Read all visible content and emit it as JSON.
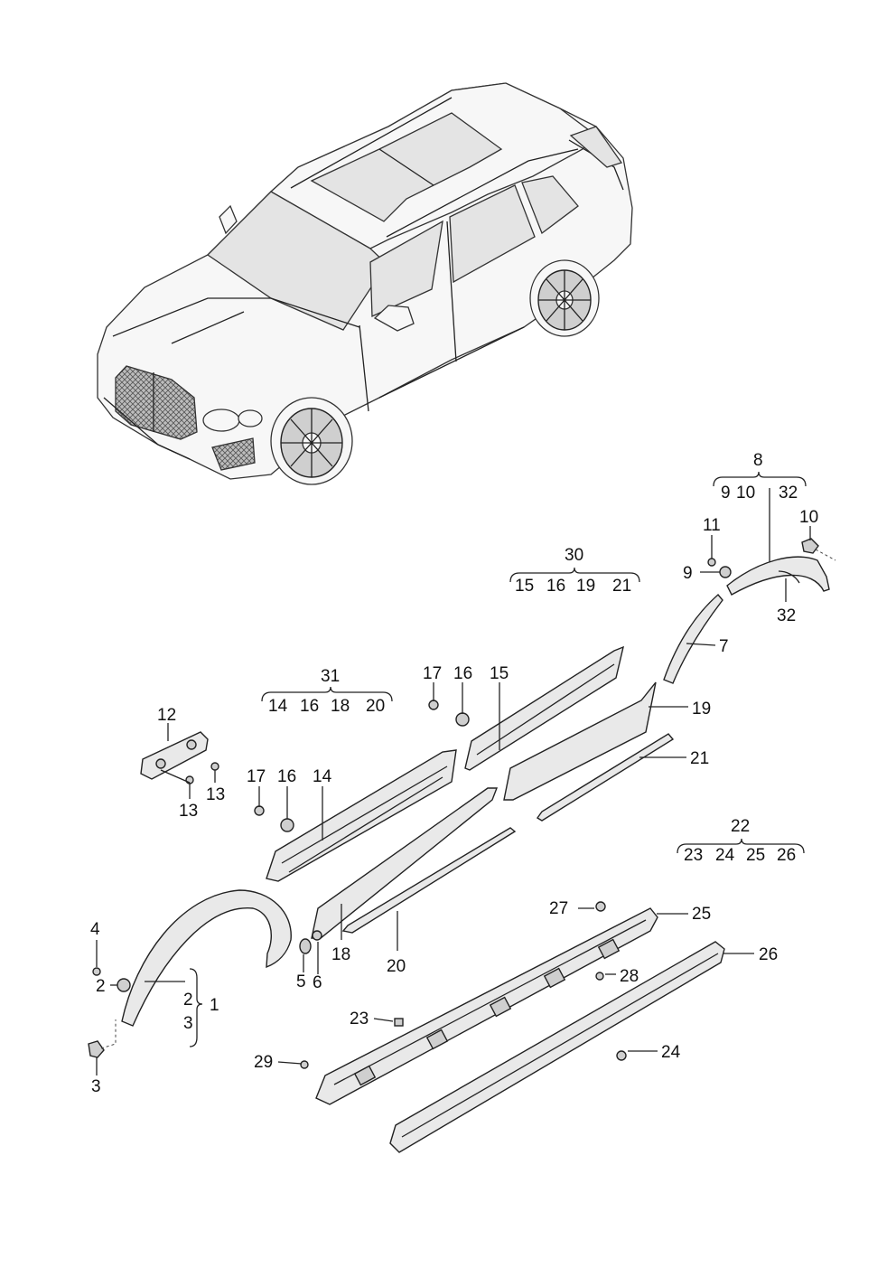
{
  "labels": {
    "l1": "1",
    "l2": "2",
    "l2b": "2",
    "l3": "3",
    "l3b": "3",
    "l4": "4",
    "l5": "5",
    "l6": "6",
    "l7": "7",
    "l8": "8",
    "l9": "9",
    "l9b": "9",
    "l10": "10",
    "l10b": "10",
    "l11": "11",
    "l12": "12",
    "l13a": "13",
    "l13b": "13",
    "l14": "14",
    "l14b": "14",
    "l15": "15",
    "l15b": "15",
    "l16a": "16",
    "l16b": "16",
    "l16c": "16",
    "l16d": "16",
    "l17a": "17",
    "l17b": "17",
    "l18": "18",
    "l18b": "18",
    "l19": "19",
    "l19b": "19",
    "l20": "20",
    "l20b": "20",
    "l21": "21",
    "l21b": "21",
    "l22": "22",
    "l23": "23",
    "l23b": "23",
    "l24": "24",
    "l24b": "24",
    "l25": "25",
    "l25b": "25",
    "l26": "26",
    "l26b": "26",
    "l27": "27",
    "l28": "28",
    "l29": "29",
    "l30": "30",
    "l31": "31",
    "l32": "32",
    "l32b": "32"
  }
}
